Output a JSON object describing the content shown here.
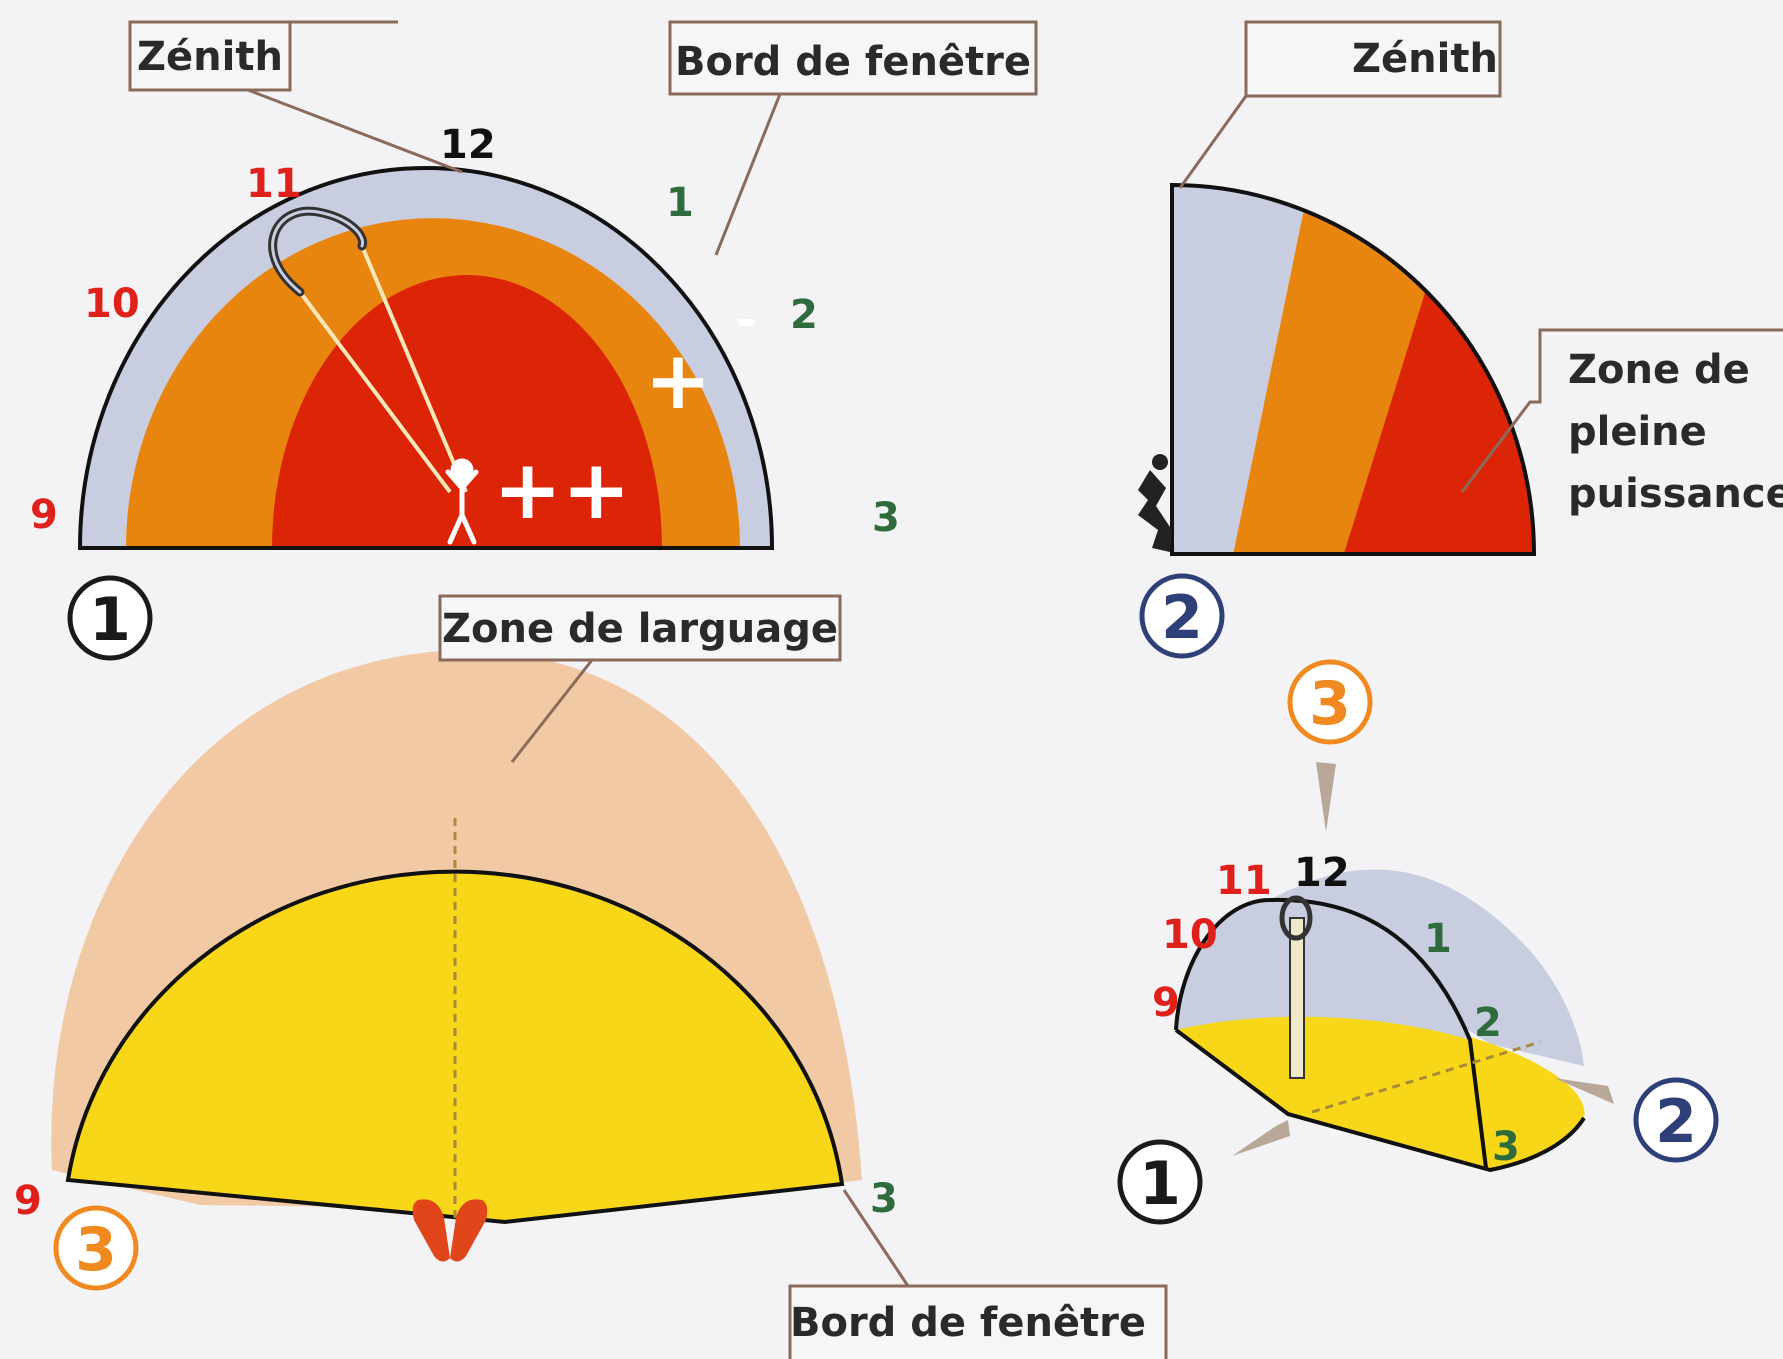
{
  "colors": {
    "sky": "#c9cde0",
    "orange": "#e8850e",
    "red": "#dc2406",
    "yellow": "#f7d717",
    "peach": "#f1c9a5",
    "hour_red": "#e0201a",
    "hour_green": "#2f6b3d",
    "hour_black": "#111111",
    "badge_dark": "#1a1a1a",
    "badge_blue": "#2f3f78",
    "badge_orange": "#f08a20"
  },
  "diagram1": {
    "badge": "1",
    "labels": {
      "zenith": "Zénith",
      "edge": "Bord de fenêtre"
    },
    "hours": {
      "h9": "9",
      "h10": "10",
      "h11": "11",
      "h12": "12",
      "h1": "1",
      "h2": "2",
      "h3": "3"
    },
    "power": {
      "minus": "-",
      "plus": "+",
      "plus_plus": "++"
    }
  },
  "diagram2": {
    "badge": "2",
    "labels": {
      "zenith": "Zénith",
      "full_power": [
        "Zone de",
        "pleine",
        "puissance"
      ]
    }
  },
  "diagram3": {
    "badge": "3",
    "labels": {
      "luffing": "Zone de larguage",
      "edge": "Bord de fenêtre"
    },
    "hours": {
      "h9": "9",
      "h3": "3"
    }
  },
  "diagram4": {
    "badges": {
      "top": "3",
      "left": "1",
      "right": "2"
    },
    "hours": {
      "h9": "9",
      "h10": "10",
      "h11": "11",
      "h12": "12",
      "h1": "1",
      "h2": "2",
      "h3": "3"
    }
  }
}
